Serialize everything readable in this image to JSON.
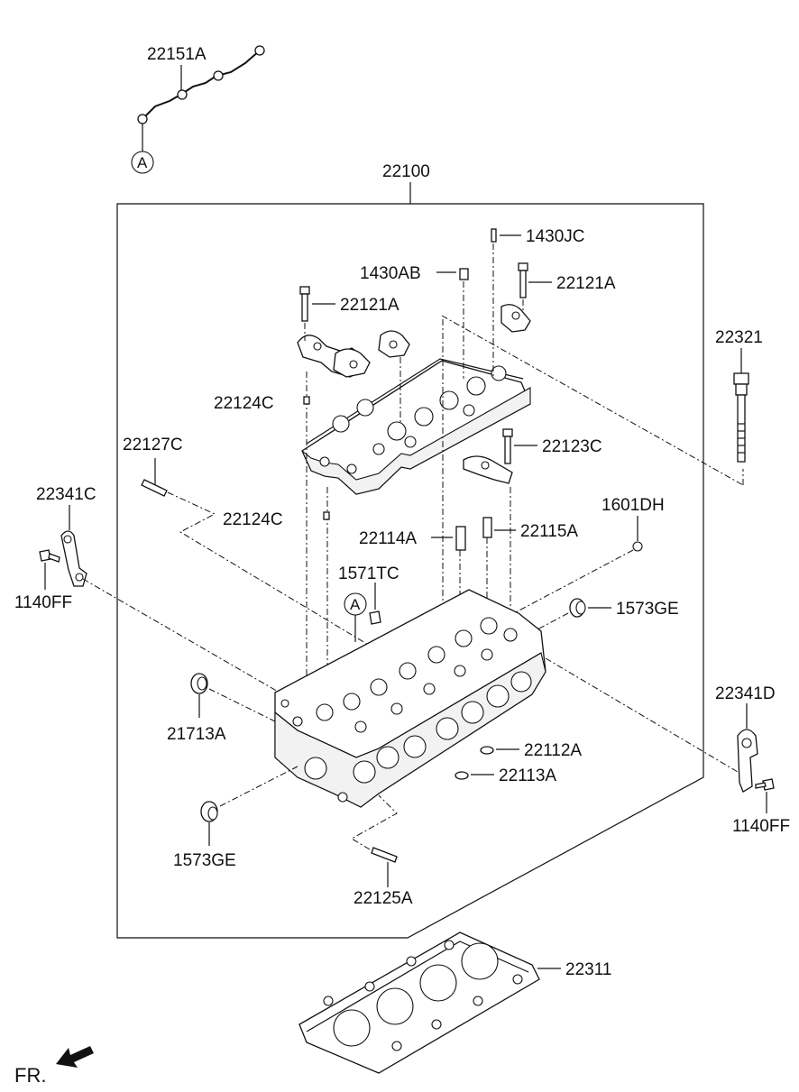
{
  "diagram": {
    "assembly_label": "22100",
    "marker_letter": "A",
    "front_label": "FR.",
    "parts": [
      {
        "id": "p-22151A",
        "code": "22151A"
      },
      {
        "id": "p-1430JC",
        "code": "1430JC"
      },
      {
        "id": "p-1430AB",
        "code": "1430AB"
      },
      {
        "id": "p-22121A-right",
        "code": "22121A"
      },
      {
        "id": "p-22121A-left",
        "code": "22121A"
      },
      {
        "id": "p-22321",
        "code": "22321"
      },
      {
        "id": "p-22124C-top",
        "code": "22124C"
      },
      {
        "id": "p-22127C",
        "code": "22127C"
      },
      {
        "id": "p-22123C",
        "code": "22123C"
      },
      {
        "id": "p-22341C",
        "code": "22341C"
      },
      {
        "id": "p-1601DH",
        "code": "1601DH"
      },
      {
        "id": "p-22124C-low",
        "code": "22124C"
      },
      {
        "id": "p-22114A",
        "code": "22114A"
      },
      {
        "id": "p-22115A",
        "code": "22115A"
      },
      {
        "id": "p-1140FF-left",
        "code": "1140FF"
      },
      {
        "id": "p-1571TC",
        "code": "1571TC"
      },
      {
        "id": "p-1573GE-right",
        "code": "1573GE"
      },
      {
        "id": "p-22341D",
        "code": "22341D"
      },
      {
        "id": "p-21713A",
        "code": "21713A"
      },
      {
        "id": "p-22112A",
        "code": "22112A"
      },
      {
        "id": "p-22113A",
        "code": "22113A"
      },
      {
        "id": "p-1140FF-right",
        "code": "1140FF"
      },
      {
        "id": "p-1573GE-left",
        "code": "1573GE"
      },
      {
        "id": "p-22125A",
        "code": "22125A"
      },
      {
        "id": "p-22311",
        "code": "22311"
      }
    ]
  }
}
